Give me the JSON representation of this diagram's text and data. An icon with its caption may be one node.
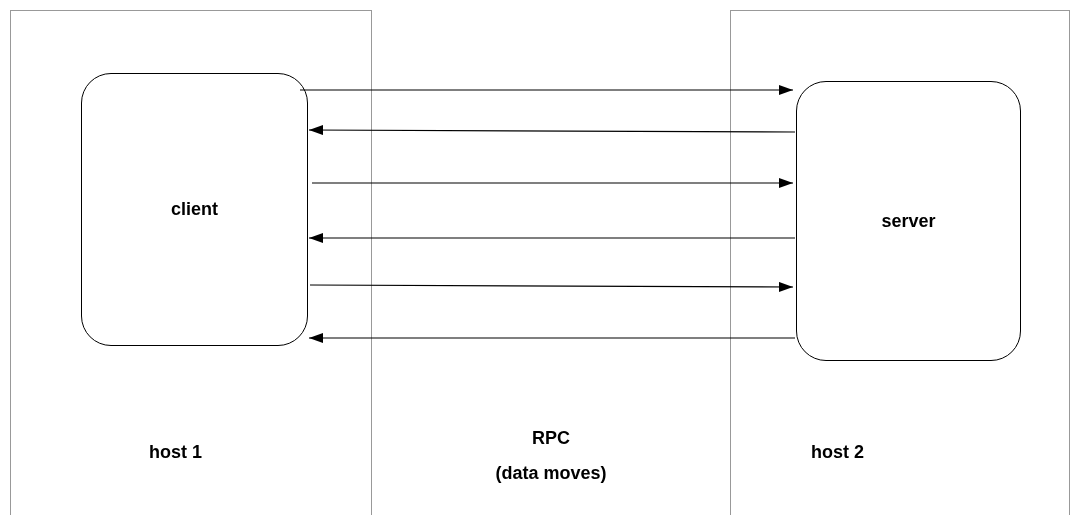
{
  "diagram": {
    "nodes": [
      {
        "text": [
          "host 1"
        ]
      },
      {
        "text": [
          "client"
        ],
        "in": 0
      },
      {
        "text": [
          "host 2"
        ]
      },
      {
        "text": [
          "server"
        ],
        "in": 2
      }
    ],
    "edges": [
      {
        "from": 1,
        "to": 3,
        "arrow": "to"
      },
      {
        "from": 3,
        "to": 1,
        "arrow": "to"
      },
      {
        "from": 1,
        "to": 3,
        "arrow": "to"
      },
      {
        "from": 3,
        "to": 1,
        "arrow": "to"
      },
      {
        "from": 1,
        "to": 3,
        "arrow": "to"
      },
      {
        "from": 3,
        "to": 1,
        "arrow": "to"
      }
    ],
    "labels": [
      "RPC",
      "(data moves)"
    ]
  }
}
